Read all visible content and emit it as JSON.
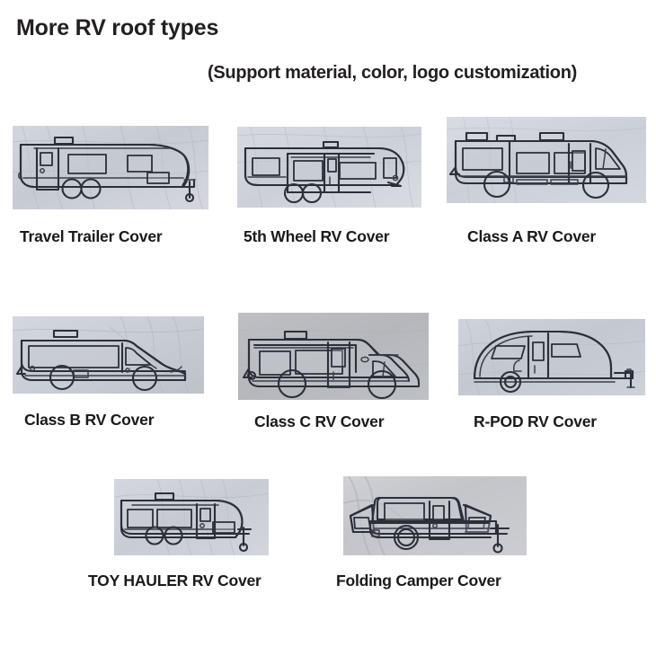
{
  "header": {
    "title": "More RV roof types",
    "subtitle": "(Support material, color, logo customization)"
  },
  "gallery": {
    "rows": [
      {
        "items": [
          {
            "label": "Travel Trailer Cover",
            "icon": "travel-trailer-illustration",
            "panel_color": "#c9cdd5"
          },
          {
            "label": "5th Wheel RV Cover",
            "icon": "fifth-wheel-illustration",
            "panel_color": "#cfd3da"
          },
          {
            "label": "Class A RV Cover",
            "icon": "class-a-motorhome-illustration",
            "panel_color": "#ccd0d8"
          }
        ]
      },
      {
        "items": [
          {
            "label": "Class B RV Cover",
            "icon": "class-b-campervan-illustration",
            "panel_color": "#c8ccd4"
          },
          {
            "label": "Class C RV Cover",
            "icon": "class-c-motorhome-illustration",
            "panel_color": "#b7b9bd"
          },
          {
            "label": "R-POD RV Cover",
            "icon": "r-pod-teardrop-illustration",
            "panel_color": "#c6cad1"
          }
        ]
      },
      {
        "items": [
          {
            "label": "TOY HAULER RV Cover",
            "icon": "toy-hauler-illustration",
            "panel_color": "#cbcfd6"
          },
          {
            "label": "Folding Camper Cover",
            "icon": "folding-camper-illustration",
            "panel_color": "#c5c7cc"
          }
        ]
      }
    ]
  },
  "colors": {
    "text": "#231f20",
    "line_art": "#2b2f38",
    "background": "#ffffff"
  }
}
